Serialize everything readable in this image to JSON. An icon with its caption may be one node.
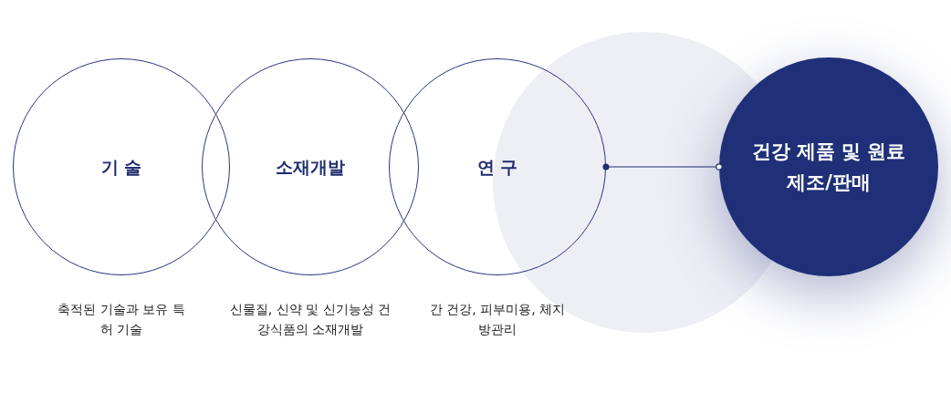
{
  "diagram": {
    "nodes": [
      {
        "text": [
          "기 술"
        ],
        "beside": [
          "축적된 기술과 보유 특허 기술"
        ]
      },
      {
        "text": [
          "소재개발"
        ],
        "beside": [
          "신물질, 신약 및 신기능성 건강식품의 소재개발"
        ]
      },
      {
        "text": [
          "연 구"
        ],
        "beside": [
          "간 건강, 피부미용, 체지방관리"
        ]
      },
      {
        "text": [
          "건강 제품 및 원료 제조/판매"
        ]
      }
    ],
    "edges": [
      {
        "from": 2,
        "to": 3,
        "arrow": "other"
      }
    ]
  }
}
